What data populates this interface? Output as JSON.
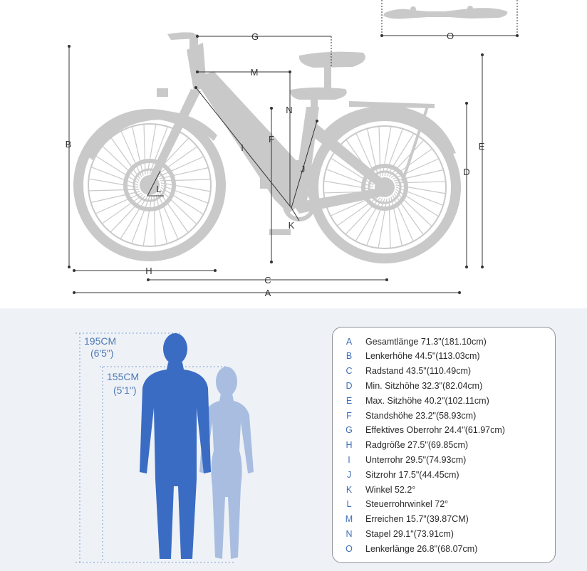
{
  "dimension_labels": [
    "A",
    "B",
    "C",
    "D",
    "E",
    "F",
    "G",
    "H",
    "I",
    "J",
    "K",
    "L",
    "M",
    "N",
    "O"
  ],
  "heights": {
    "tall": {
      "cm": "195CM",
      "ft": "(6'5\")"
    },
    "short": {
      "cm": "155CM",
      "ft": "(5'1\")"
    }
  },
  "colors": {
    "bike": "#c9c9c9",
    "tall_figure": "#3b6cc4",
    "short_figure": "#a8bde0",
    "accent": "#3f6fb8",
    "background_bottom": "#eef2f7"
  },
  "specs": [
    {
      "letter": "A",
      "text": "Gesamtlänge 71.3\"(181.10cm)"
    },
    {
      "letter": "B",
      "text": "Lenkerhöhe 44.5\"(113.03cm)"
    },
    {
      "letter": "C",
      "text": "Radstand 43.5\"(110.49cm)"
    },
    {
      "letter": "D",
      "text": "Min. Sitzhöhe 32.3\"(82.04cm)"
    },
    {
      "letter": "E",
      "text": "Max. Sitzhöhe 40.2\"(102.11cm)"
    },
    {
      "letter": "F",
      "text": "Standshöhe 23.2\"(58.93cm)"
    },
    {
      "letter": "G",
      "text": "Effektives Oberrohr 24.4\"(61.97cm)"
    },
    {
      "letter": "H",
      "text": "Radgröße 27.5\"(69.85cm)"
    },
    {
      "letter": "I",
      "text": "Unterrohr 29.5\"(74.93cm)"
    },
    {
      "letter": "J",
      "text": "Sitzrohr 17.5\"(44.45cm)"
    },
    {
      "letter": "K",
      "text": "Winkel 52.2°"
    },
    {
      "letter": "L",
      "text": "Steuerrohrwinkel 72°"
    },
    {
      "letter": "M",
      "text": "Erreichen 15.7\"(39.87CM)"
    },
    {
      "letter": "N",
      "text": "Stapel 29.1\"(73.91cm)"
    },
    {
      "letter": "O",
      "text": "Lenkerlänge 26.8\"(68.07cm)"
    }
  ]
}
